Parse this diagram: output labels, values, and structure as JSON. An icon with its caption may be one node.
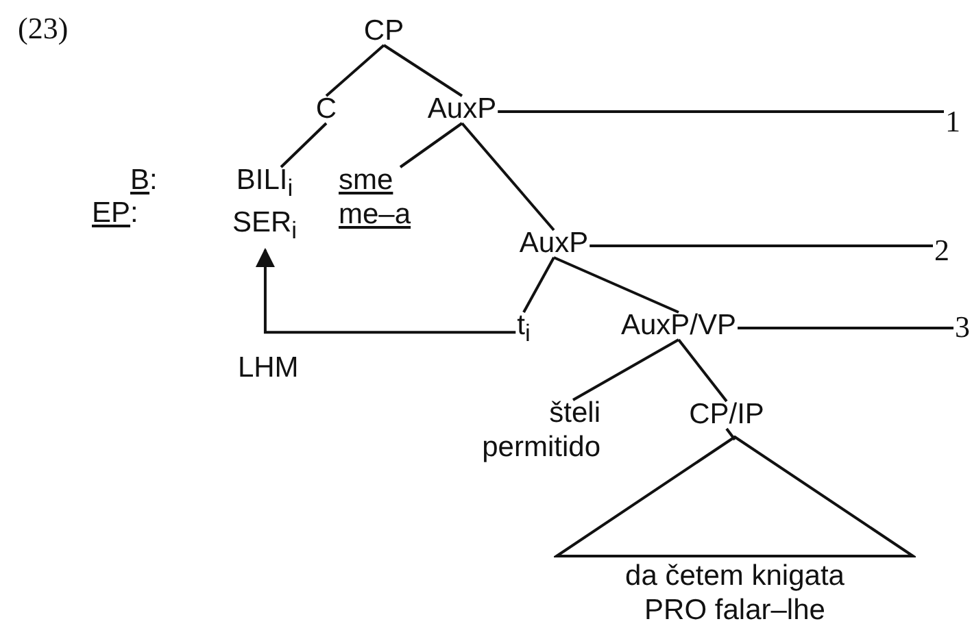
{
  "diagram": {
    "nodes": [
      {
        "text": [
          "CP"
        ]
      },
      {
        "text": [
          "C"
        ]
      },
      {
        "text": [
          "AuxP"
        ]
      },
      {
        "text": [
          "BILI$_{i}$",
          "SER$_{i}$"
        ]
      },
      {
        "text": [
          "sme",
          "me–a"
        ]
      },
      {
        "text": [
          "AuxP"
        ]
      },
      {
        "text": [
          "t$_{i}$"
        ]
      },
      {
        "text": [
          "AuxP/VP"
        ]
      },
      {
        "text": [
          "šteli",
          "permitido"
        ]
      },
      {
        "text": [
          "CP/IP"
        ]
      },
      {
        "text": [
          "da četem knigata",
          "PRO falar–lhe"
        ]
      },
      {
        "text": [
          "1"
        ]
      },
      {
        "text": [
          "2"
        ]
      },
      {
        "text": [
          "3"
        ]
      }
    ],
    "edges": [
      {
        "from": 0,
        "to": 1,
        "arrow": "none"
      },
      {
        "from": 0,
        "to": 2,
        "arrow": "none"
      },
      {
        "from": 1,
        "to": 3,
        "arrow": "none"
      },
      {
        "from": 2,
        "to": 4,
        "arrow": "none"
      },
      {
        "from": 2,
        "to": 5,
        "arrow": "none"
      },
      {
        "from": 5,
        "to": 6,
        "arrow": "none"
      },
      {
        "from": 5,
        "to": 7,
        "arrow": "none"
      },
      {
        "from": 7,
        "to": 8,
        "arrow": "none"
      },
      {
        "from": 7,
        "to": 9,
        "arrow": "none"
      },
      {
        "from": 9,
        "to": 10,
        "arrow": "none"
      },
      {
        "from": 2,
        "to": 11,
        "arrow": "none"
      },
      {
        "from": 5,
        "to": 12,
        "arrow": "none"
      },
      {
        "from": 7,
        "to": 13,
        "arrow": "none"
      },
      {
        "from": 6,
        "to": 3,
        "arrow": "to",
        "label": "LHM"
      }
    ],
    "labels": [
      "(23)",
      "B:",
      "EP:"
    ]
  }
}
